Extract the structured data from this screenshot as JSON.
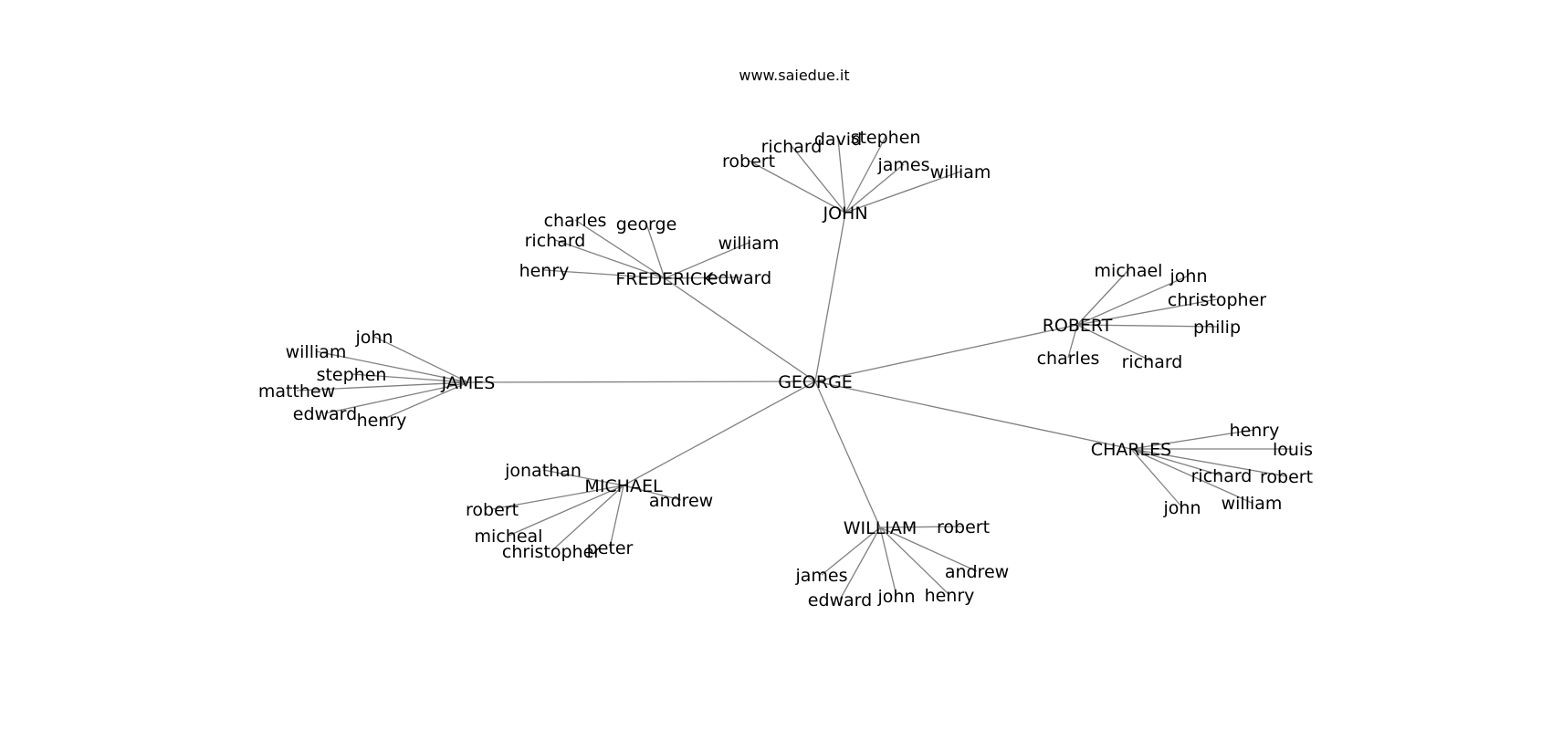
{
  "title": "www.saiedue.it",
  "colors": {
    "edge": "#808080",
    "text": "#000000",
    "background": "#ffffff"
  },
  "graph": {
    "root": "GEORGE",
    "hubs": [
      {
        "name": "JOHN",
        "children": [
          "robert",
          "richard",
          "david",
          "stephen",
          "james",
          "william"
        ]
      },
      {
        "name": "FREDERICK",
        "children": [
          "charles",
          "george",
          "richard",
          "william",
          "henry",
          "edward"
        ]
      },
      {
        "name": "ROBERT",
        "children": [
          "michael",
          "john",
          "christopher",
          "philip",
          "charles",
          "richard"
        ]
      },
      {
        "name": "JAMES",
        "children": [
          "john",
          "william",
          "stephen",
          "matthew",
          "edward",
          "henry"
        ]
      },
      {
        "name": "CHARLES",
        "children": [
          "henry",
          "louis",
          "richard",
          "robert",
          "william",
          "john"
        ]
      },
      {
        "name": "MICHAEL",
        "children": [
          "jonathan",
          "andrew",
          "robert",
          "micheal",
          "christopher",
          "peter"
        ]
      },
      {
        "name": "WILLIAM",
        "children": [
          "robert",
          "andrew",
          "james",
          "edward",
          "john",
          "henry"
        ]
      }
    ]
  }
}
